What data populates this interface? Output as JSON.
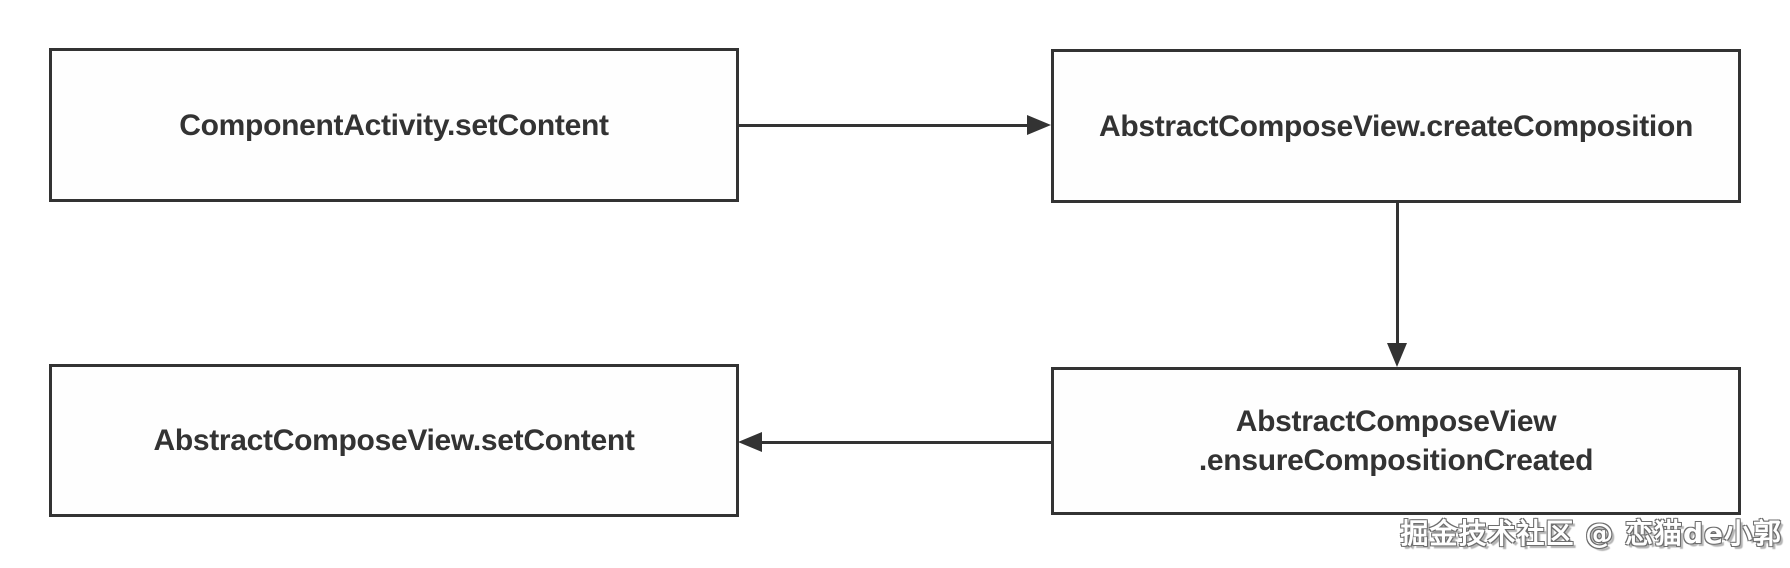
{
  "diagram": {
    "background": "#ffffff",
    "stroke_color": "#333333",
    "text_color": "#333333",
    "nodes": [
      {
        "id": "component-activity-set-content",
        "label": "ComponentActivity.setContent"
      },
      {
        "id": "abstract-compose-view-create-composition",
        "label": "AbstractComposeView.createComposition"
      },
      {
        "id": "abstract-compose-view-set-content",
        "label": "AbstractComposeView.setContent"
      },
      {
        "id": "abstract-compose-view-ensure-composition-created",
        "label": "AbstractComposeView\n.ensureCompositionCreated"
      }
    ],
    "edges": [
      {
        "from": "ComponentActivity.setContent",
        "to": "AbstractComposeView.createComposition",
        "direction": "right"
      },
      {
        "from": "AbstractComposeView.createComposition",
        "to": "AbstractComposeView.ensureCompositionCreated",
        "direction": "down"
      },
      {
        "from": "AbstractComposeView.ensureCompositionCreated",
        "to": "AbstractComposeView.setContent",
        "direction": "left"
      }
    ]
  },
  "watermark": {
    "text": "掘金技术社区 @ 恋猫de小郭"
  }
}
